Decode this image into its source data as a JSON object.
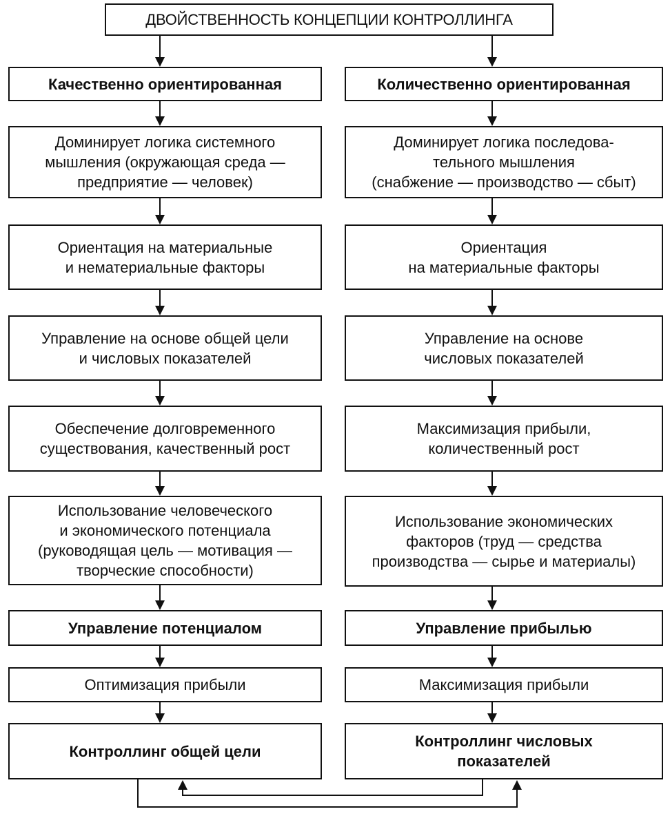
{
  "title": "ДВОЙСТВЕННОСТЬ КОНЦЕПЦИИ КОНТРОЛЛИНГА",
  "left": [
    {
      "lines": [
        "Качественно ориентированная"
      ]
    },
    {
      "lines": [
        "Доминирует логика системного",
        "мышления (окружающая среда —",
        "предприятие — человек)"
      ]
    },
    {
      "lines": [
        "Ориентация на материальные",
        "и нематериальные факторы"
      ]
    },
    {
      "lines": [
        "Управление на основе общей цели",
        "и числовых показателей"
      ]
    },
    {
      "lines": [
        "Обеспечение долговременного",
        "существования, качественный рост"
      ]
    },
    {
      "lines": [
        "Использование человеческого",
        "и экономического потенциала",
        "(руководящая цель — мотивация —",
        "творческие способности)"
      ]
    },
    {
      "lines": [
        "Управление потенциалом"
      ]
    },
    {
      "lines": [
        "Оптимизация прибыли"
      ]
    },
    {
      "lines": [
        "Контроллинг общей цели"
      ]
    }
  ],
  "right": [
    {
      "lines": [
        "Количественно ориентированная"
      ]
    },
    {
      "lines": [
        "Доминирует логика последова-",
        "тельного мышления",
        "(снабжение — производство — сбыт)"
      ]
    },
    {
      "lines": [
        "Ориентация",
        "на материальные факторы"
      ]
    },
    {
      "lines": [
        "Управление на основе",
        "числовых показателей"
      ]
    },
    {
      "lines": [
        "Максимизация прибыли,",
        "количественный рост"
      ]
    },
    {
      "lines": [
        "Использование экономических",
        "факторов (труд — средства",
        "производства — сырье и материалы)"
      ]
    },
    {
      "lines": [
        "Управление прибылью"
      ]
    },
    {
      "lines": [
        "Максимизация прибыли"
      ]
    },
    {
      "lines": [
        "Контроллинг числовых",
        "показателей"
      ]
    }
  ]
}
